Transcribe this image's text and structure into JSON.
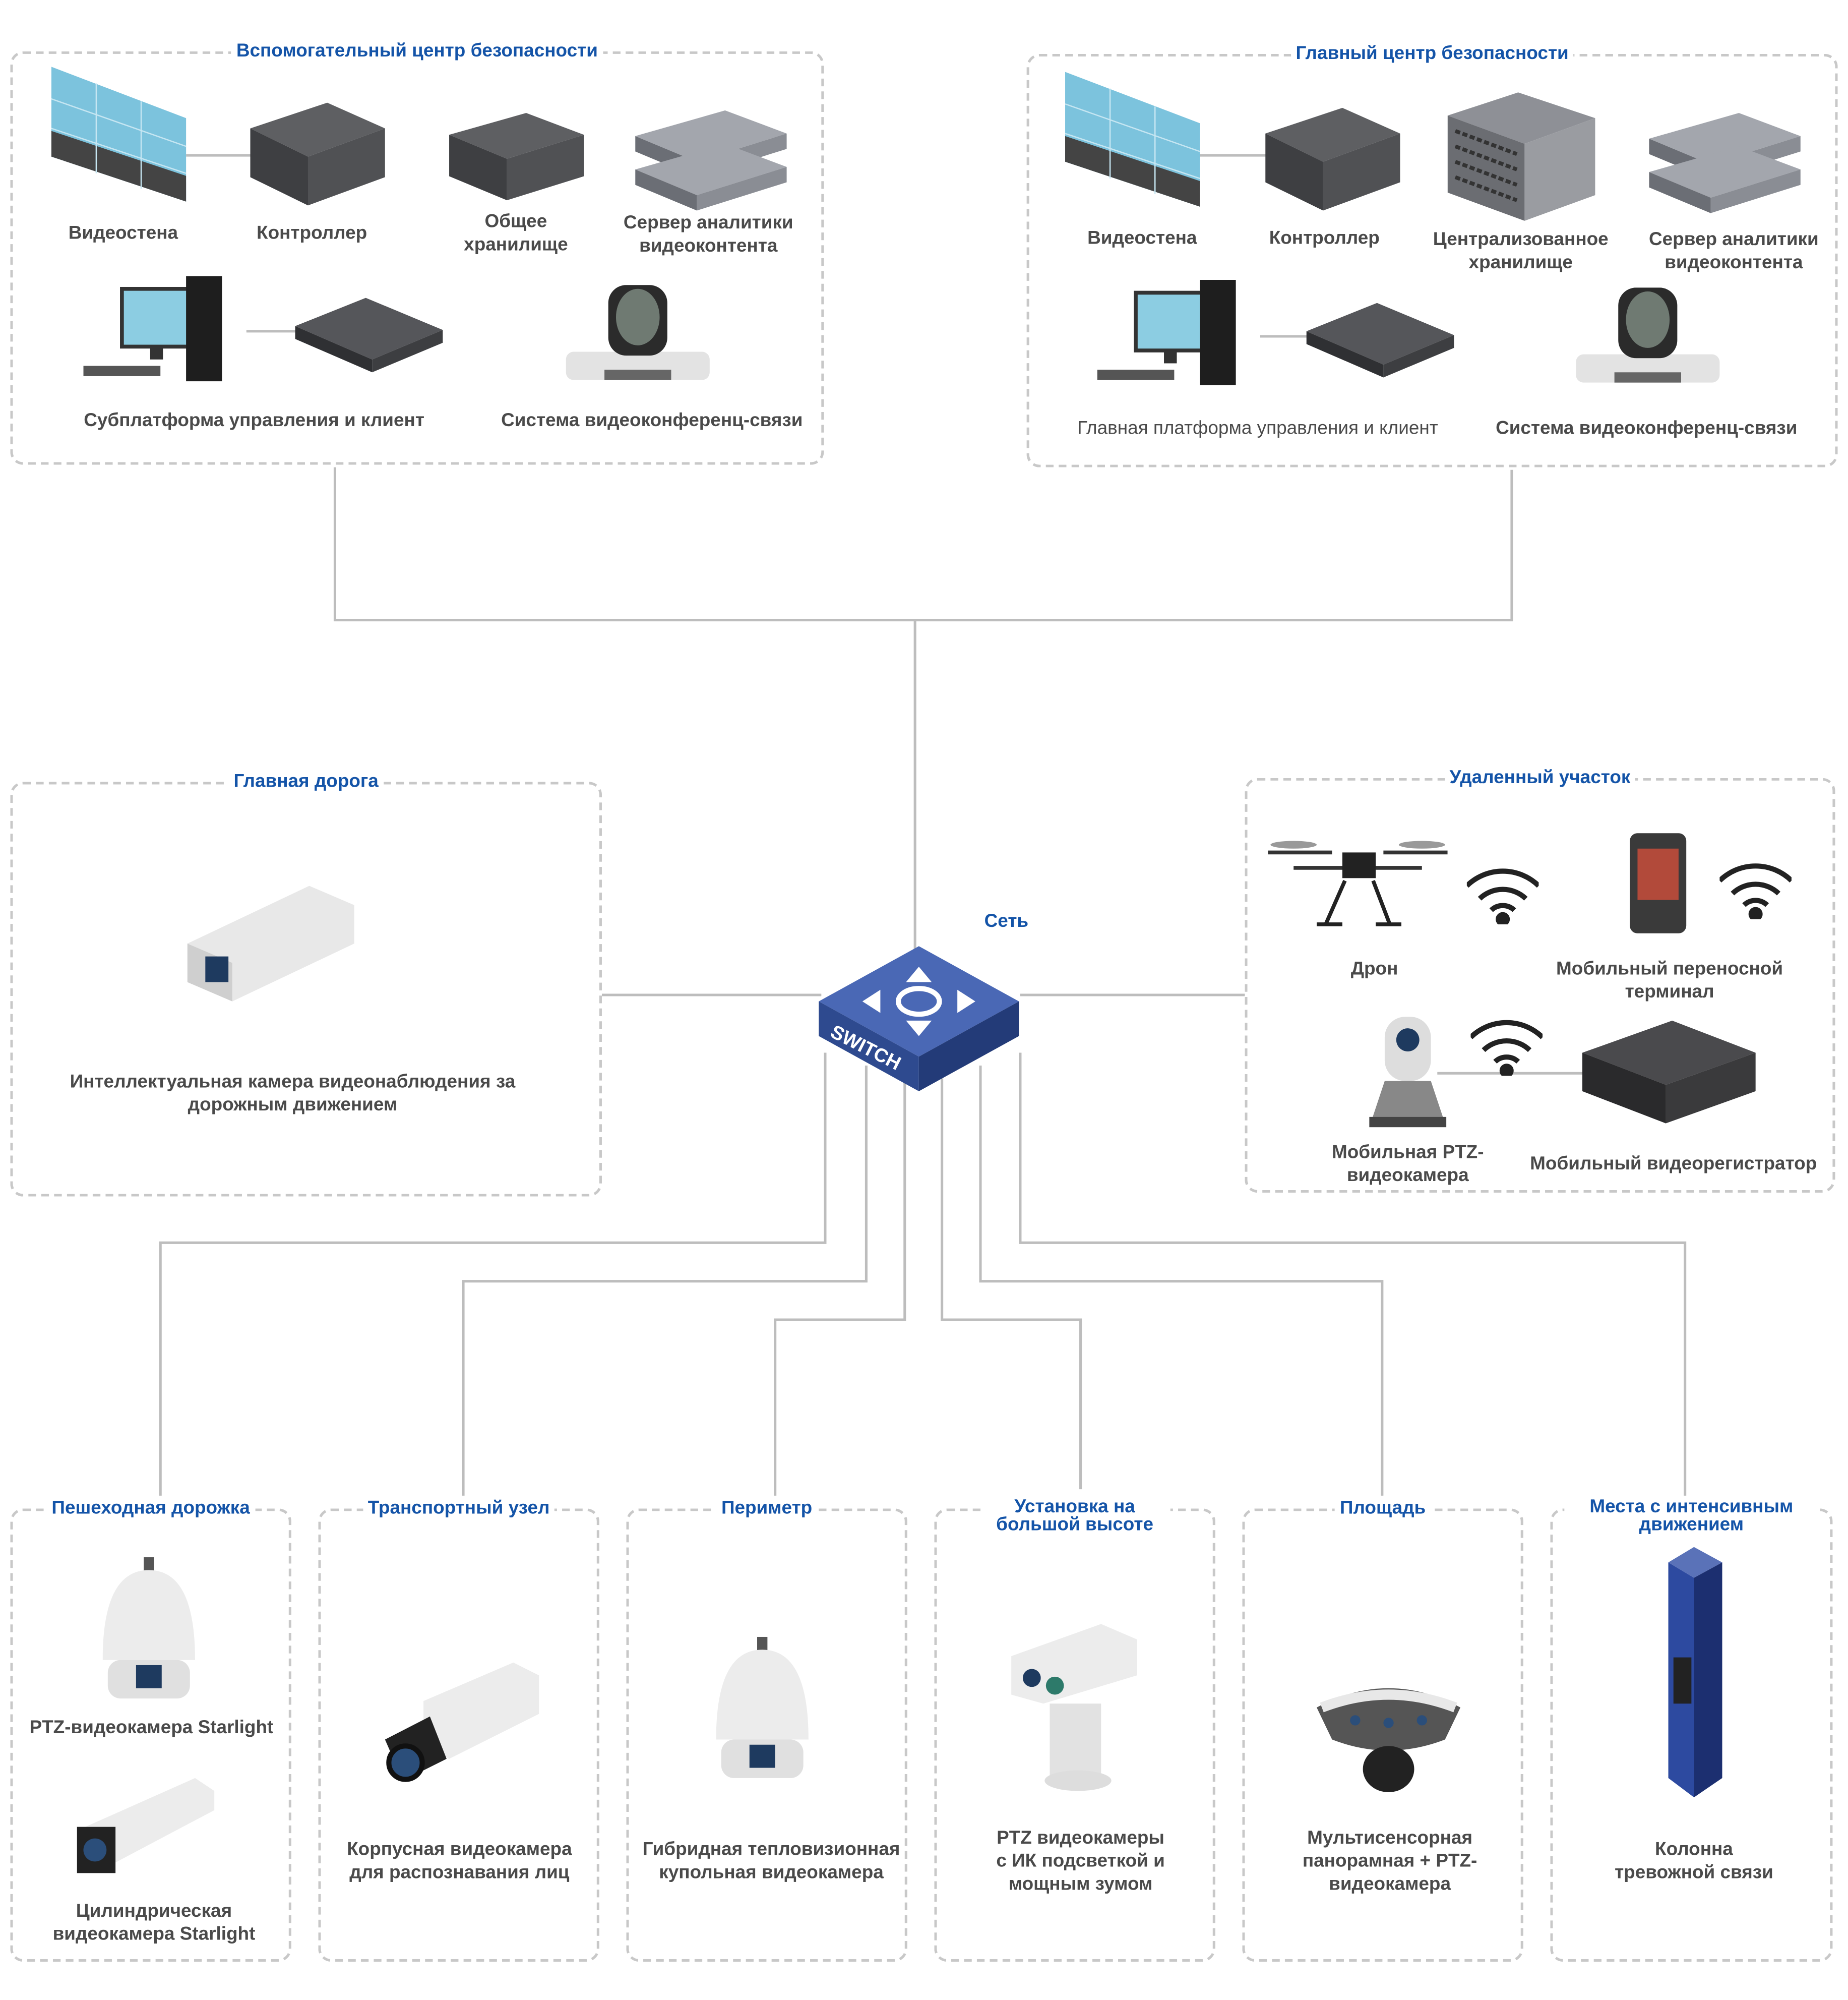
{
  "colors": {
    "title": "#1454a8",
    "label": "#4a4a4a",
    "line": "#bdbdbd",
    "switch": "#3a56a0"
  },
  "aux_center": {
    "title": "Вспомогательный центр безопасности",
    "items": [
      "Видеостена",
      "Контроллер",
      "Общее хранилище",
      "Сервер аналитики видеоконтента",
      "Субплатформа управления и клиент",
      "Система видеоконференц-связи"
    ]
  },
  "main_center": {
    "title": "Главный центр безопасности",
    "items": [
      "Видеостена",
      "Контроллер",
      "Централизованное хранилище",
      "Сервер аналитики видеоконтента",
      "Главная платформа управления и клиент",
      "Система видеоконференц-связи"
    ]
  },
  "network": {
    "label": "Сеть",
    "switch_text": "SWITCH"
  },
  "main_road": {
    "title": "Главная дорога",
    "items": [
      "Интеллектуальная камера видеонаблюдения за дорожным движением"
    ]
  },
  "remote_site": {
    "title": "Удаленный участок",
    "items": [
      "Дрон",
      "Мобильный переносной терминал",
      "Мобильная PTZ-видеокамера",
      "Мобильный видеорегистратор"
    ]
  },
  "zones": [
    {
      "title": "Пешеходная дорожка",
      "items": [
        "PTZ-видеокамера Starlight",
        "Цилиндрическая видеокамера Starlight"
      ]
    },
    {
      "title": "Транспортный узел",
      "items": [
        "Корпусная видеокамера для распознавания лиц"
      ]
    },
    {
      "title": "Периметр",
      "items": [
        "Гибридная тепловизионная купольная видеокамера"
      ]
    },
    {
      "title": "Установка на большой высоте",
      "items": [
        "PTZ видеокамеры с ИК подсветкой и мощным зумом"
      ]
    },
    {
      "title": "Площадь",
      "items": [
        "Мультисенсорная панорамная + PTZ-видеокамера"
      ]
    },
    {
      "title": "Места с интенсивным движением",
      "items": [
        "Колонна тревожной связи"
      ]
    }
  ]
}
